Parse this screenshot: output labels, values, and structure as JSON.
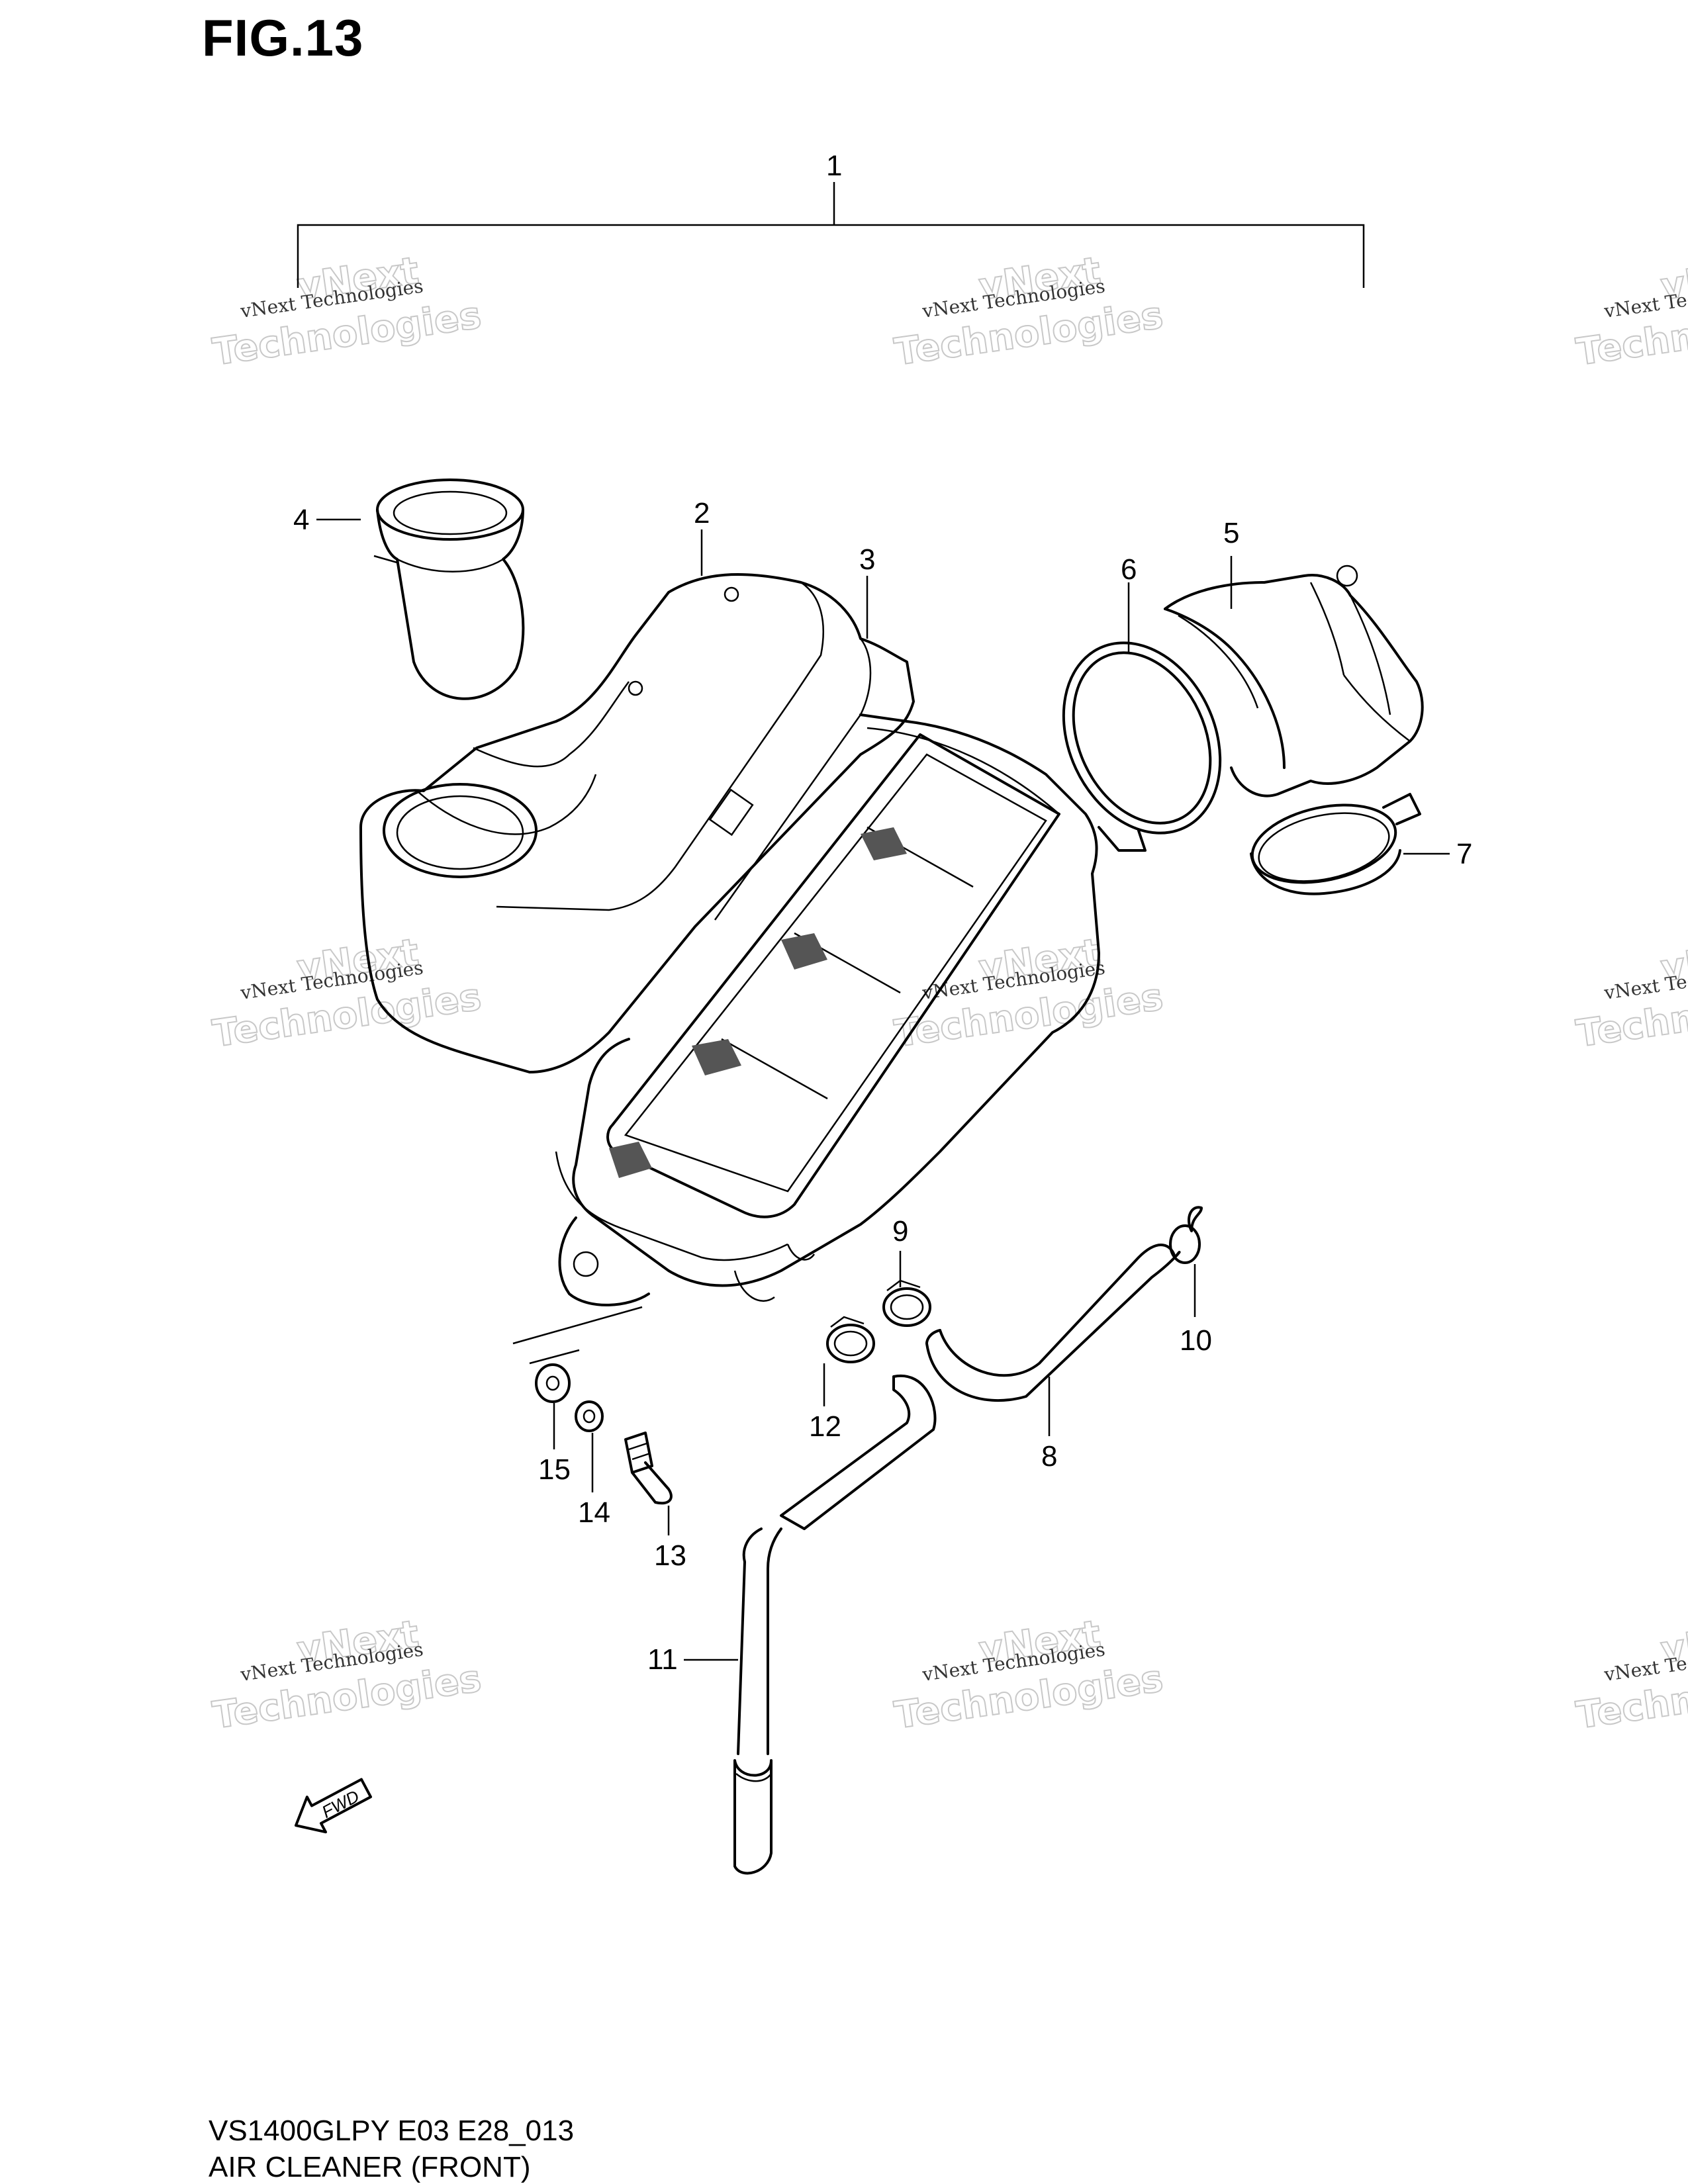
{
  "figure": {
    "title": "FIG.13"
  },
  "footer": {
    "code": "VS1400GLPY E03 E28_013",
    "name": "AIR CLEANER (FRONT)"
  },
  "watermark": {
    "line1": "vNext Technologies",
    "line2": "vNext",
    "line3": "Technologies"
  },
  "fwd_label": "FWD",
  "callouts": [
    {
      "id": "1",
      "label": "1"
    },
    {
      "id": "2",
      "label": "2"
    },
    {
      "id": "3",
      "label": "3"
    },
    {
      "id": "4",
      "label": "4"
    },
    {
      "id": "5",
      "label": "5"
    },
    {
      "id": "6",
      "label": "6"
    },
    {
      "id": "7",
      "label": "7"
    },
    {
      "id": "8",
      "label": "8"
    },
    {
      "id": "9",
      "label": "9"
    },
    {
      "id": "10",
      "label": "10"
    },
    {
      "id": "11",
      "label": "11"
    },
    {
      "id": "12",
      "label": "12"
    },
    {
      "id": "13",
      "label": "13"
    },
    {
      "id": "14",
      "label": "14"
    },
    {
      "id": "15",
      "label": "15"
    }
  ]
}
